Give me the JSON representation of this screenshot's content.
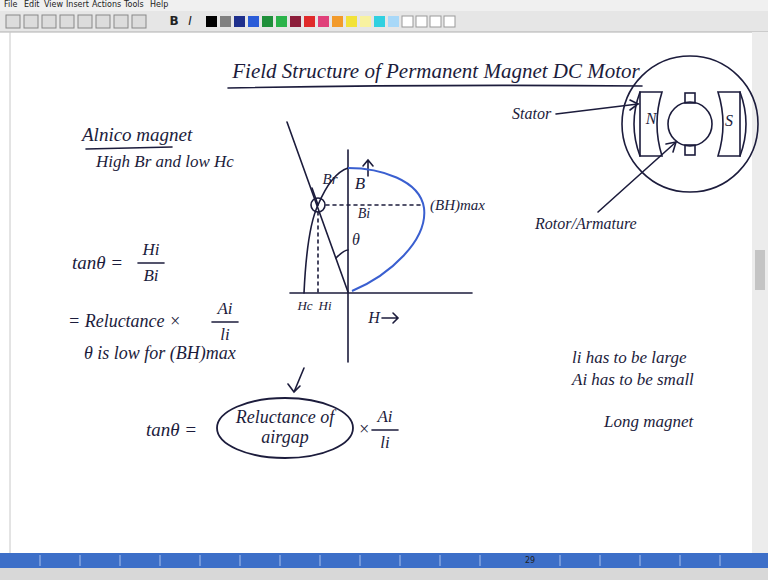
{
  "diagram": {
    "title": "Field Structure of Permanent Magnet DC Motor",
    "nodes": [
      {
        "text": [
          "Reluctance of airgap"
        ]
      }
    ],
    "labels": [
      "File",
      "Edit",
      "View",
      "Insert",
      "Actions",
      "Tools",
      "Help",
      "B",
      "I",
      "Stator",
      "N",
      "S",
      "Rotor/Armature",
      "Alnico magnet",
      "High Br and low Hc",
      "Br",
      "B",
      "(BH)max",
      "θ",
      "Bi",
      "Hc",
      "Hi",
      "H",
      "tanθ =",
      "Hi",
      "Bi",
      "= Reluctance ×",
      "Ai",
      "li",
      "θ is low for (BH)max",
      "tanθ =",
      "×",
      "Ai",
      "li",
      "li has to be large",
      "Ai has to be small",
      "Long magnet",
      "29"
    ]
  }
}
